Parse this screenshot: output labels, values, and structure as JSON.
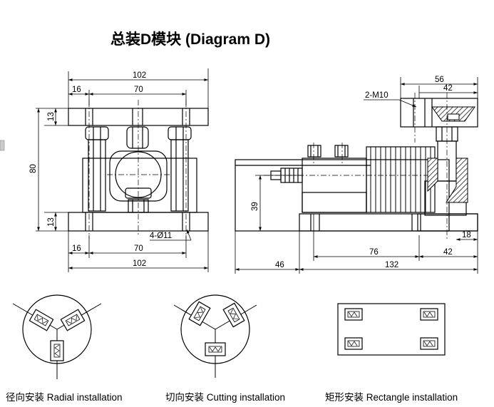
{
  "title": "总装D模块 (Diagram D)",
  "front_view": {
    "dims": {
      "width_top": "102",
      "left_offset_top": "16",
      "bolt_span_top": "70",
      "top_plate_thickness": "13",
      "total_height": "80",
      "bottom_plate_thickness": "13",
      "holes": "4-Ø11",
      "left_offset_bottom": "16",
      "bolt_span_bottom": "70",
      "width_bottom": "102"
    }
  },
  "side_view": {
    "dims": {
      "width_56": "56",
      "width_42_top": "42",
      "thread": "2-M10",
      "height_39": "39",
      "offset_18": "18",
      "length_76": "76",
      "length_42_bottom": "42",
      "offset_46": "46",
      "length_132": "132"
    }
  },
  "installations": [
    {
      "label": "径向安装 Radial installation"
    },
    {
      "label": "切向安装 Cutting installation"
    },
    {
      "label": "矩形安装 Rectangle installation"
    }
  ]
}
